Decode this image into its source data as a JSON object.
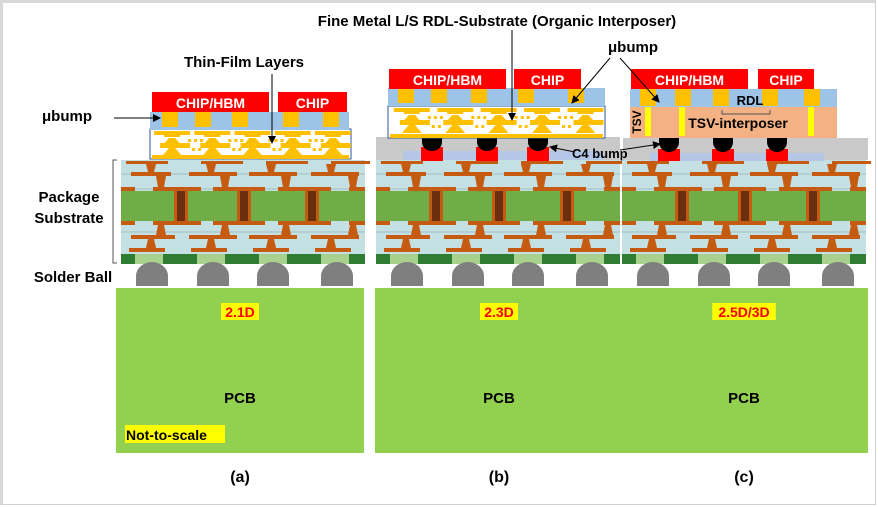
{
  "title_labels": {
    "thin_film": "Thin-Film Layers",
    "fine_metal": "Fine Metal L/S RDL-Substrate (Organic Interposer)",
    "ubump_a": "μbump",
    "ubump_bc": "μbump",
    "c4_bump": "C4 bump",
    "rdl": "RDL",
    "tsv": "TSV",
    "tsv_interposer": "TSV-interposer"
  },
  "side_labels": {
    "package_substrate_line1": "Package",
    "package_substrate_line2": "Substrate",
    "solder_ball": "Solder Ball"
  },
  "panels": [
    {
      "id": "a",
      "chip1": "CHIP/HBM",
      "chip2": "CHIP",
      "tech": "2.1D",
      "pcb": "PCB",
      "caption": "(a)",
      "note": "Not-to-scale"
    },
    {
      "id": "b",
      "chip1": "CHIP/HBM",
      "chip2": "CHIP",
      "tech": "2.3D",
      "pcb": "PCB",
      "caption": "(b)"
    },
    {
      "id": "c",
      "chip1": "CHIP/HBM",
      "chip2": "CHIP",
      "tech": "2.5D/3D",
      "pcb": "PCB",
      "caption": "(c)"
    }
  ],
  "colors": {
    "chip": "#ff0000",
    "ubump": "#ffc000",
    "rdl_layer": "#9dc3e6",
    "substrate_dielectric": "#c5e0e3",
    "copper": "#c55a11",
    "core": "#70ad47",
    "core_via": "#6b2f10",
    "solder_mask": "#2e7d32",
    "solder_ball": "#7f7f7f",
    "pcb": "#92d050",
    "tsv_interposer": "#f4b183",
    "tsv": "#ffff00",
    "underfill": "#c9c9c9",
    "c4": "#000000",
    "highlight": "#ffff00",
    "tech_text": "#ff0000"
  }
}
